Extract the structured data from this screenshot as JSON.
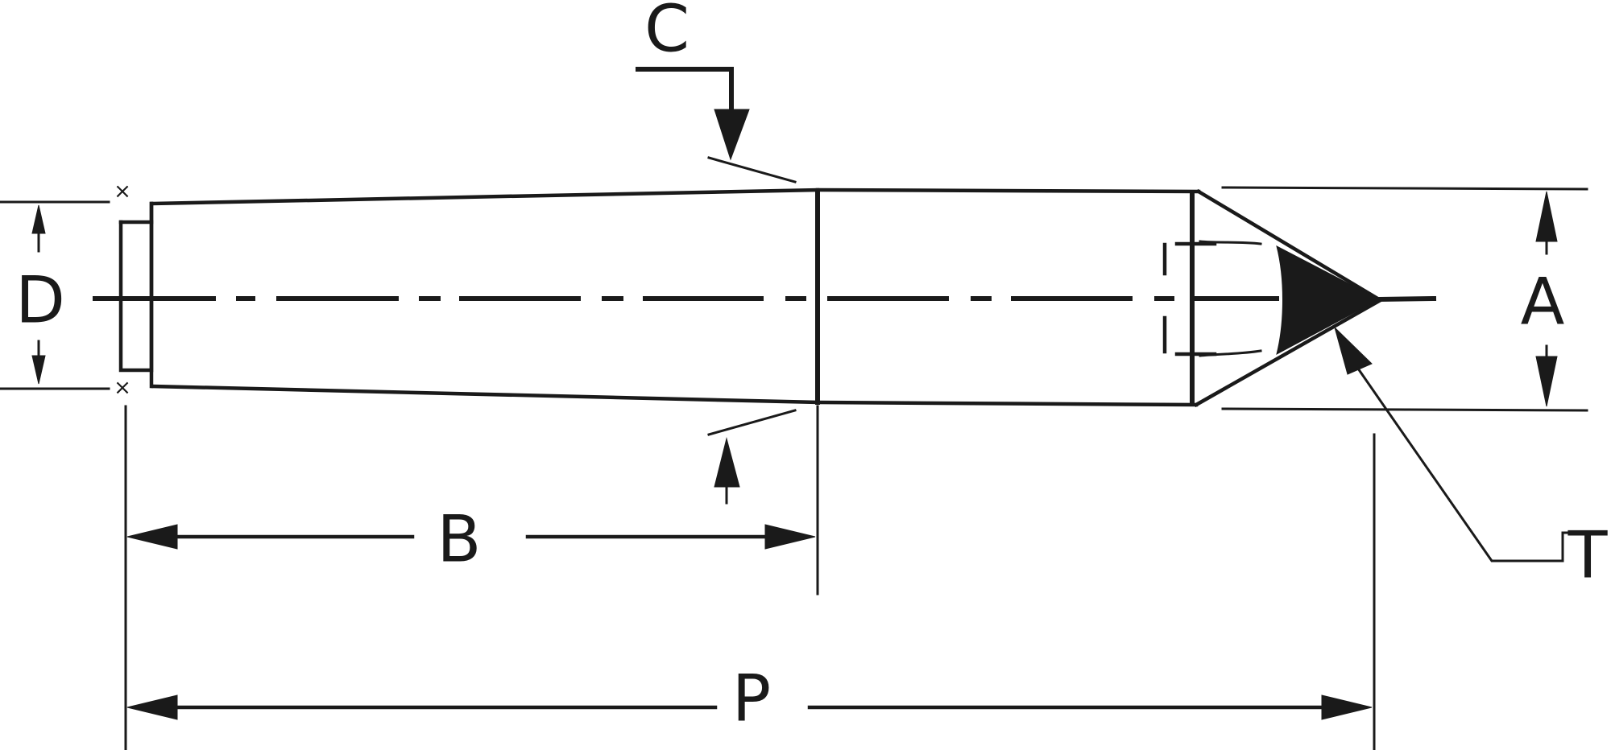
{
  "labels": {
    "A": "A",
    "B": "B",
    "C": "C",
    "D": "D",
    "P": "P",
    "T": "T"
  },
  "colors": {
    "ink": "#1a1a1a",
    "background": "#ffffff"
  }
}
